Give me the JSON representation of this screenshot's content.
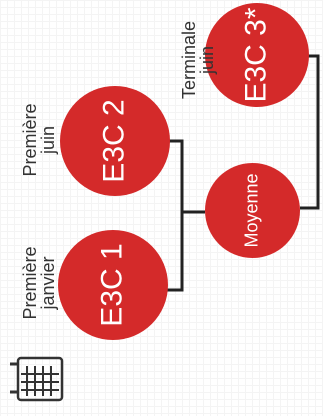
{
  "colors": {
    "node": "#d42a2a",
    "line": "#222222",
    "text": "#333333"
  },
  "nodes": {
    "e3c1": {
      "label": "E3C 1",
      "period_line1": "Première",
      "period_line2": "janvier"
    },
    "e3c2": {
      "label": "E3C 2",
      "period_line1": "Première",
      "period_line2": "juin"
    },
    "moyenne": {
      "label": "Moyenne"
    },
    "e3c3": {
      "label": "E3C 3*",
      "period_line1": "Terminale",
      "period_line2": "juin"
    }
  },
  "icons": {
    "calendar": "calendar-icon"
  }
}
